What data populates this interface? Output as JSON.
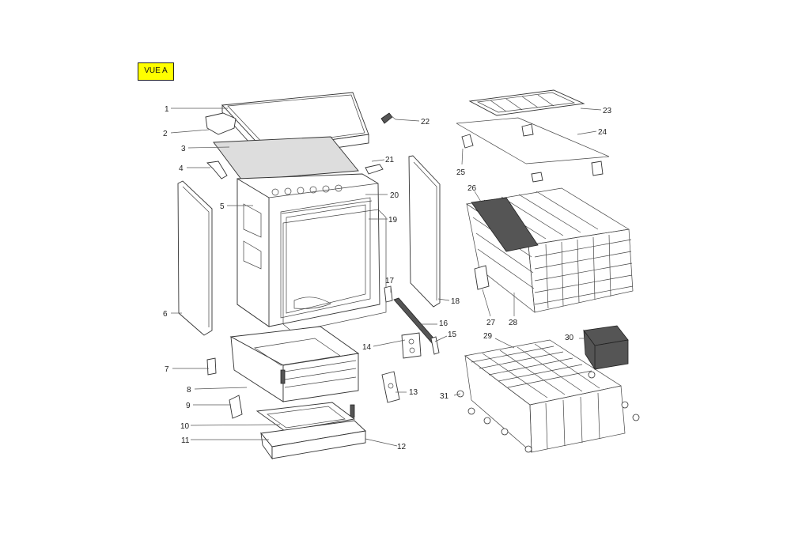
{
  "view_label": "VUE A",
  "callouts": [
    {
      "id": "1",
      "label": "1"
    },
    {
      "id": "2",
      "label": "2"
    },
    {
      "id": "3",
      "label": "3"
    },
    {
      "id": "4",
      "label": "4"
    },
    {
      "id": "5",
      "label": "5"
    },
    {
      "id": "6",
      "label": "6"
    },
    {
      "id": "7",
      "label": "7"
    },
    {
      "id": "8",
      "label": "8"
    },
    {
      "id": "9",
      "label": "9"
    },
    {
      "id": "10",
      "label": "10"
    },
    {
      "id": "11",
      "label": "11"
    },
    {
      "id": "12",
      "label": "12"
    },
    {
      "id": "13",
      "label": "13"
    },
    {
      "id": "14",
      "label": "14"
    },
    {
      "id": "15",
      "label": "15"
    },
    {
      "id": "16",
      "label": "16"
    },
    {
      "id": "17",
      "label": "17"
    },
    {
      "id": "18",
      "label": "18"
    },
    {
      "id": "19",
      "label": "19"
    },
    {
      "id": "20",
      "label": "20"
    },
    {
      "id": "21",
      "label": "21"
    },
    {
      "id": "22",
      "label": "22"
    },
    {
      "id": "23",
      "label": "23"
    },
    {
      "id": "24",
      "label": "24"
    },
    {
      "id": "25",
      "label": "25"
    },
    {
      "id": "26",
      "label": "26"
    },
    {
      "id": "27",
      "label": "27"
    },
    {
      "id": "28",
      "label": "28"
    },
    {
      "id": "29",
      "label": "29"
    },
    {
      "id": "30",
      "label": "30"
    },
    {
      "id": "31",
      "label": "31"
    }
  ],
  "colors": {
    "badge": "#ffff00",
    "line": "#333333",
    "panel": "#dddddd"
  }
}
